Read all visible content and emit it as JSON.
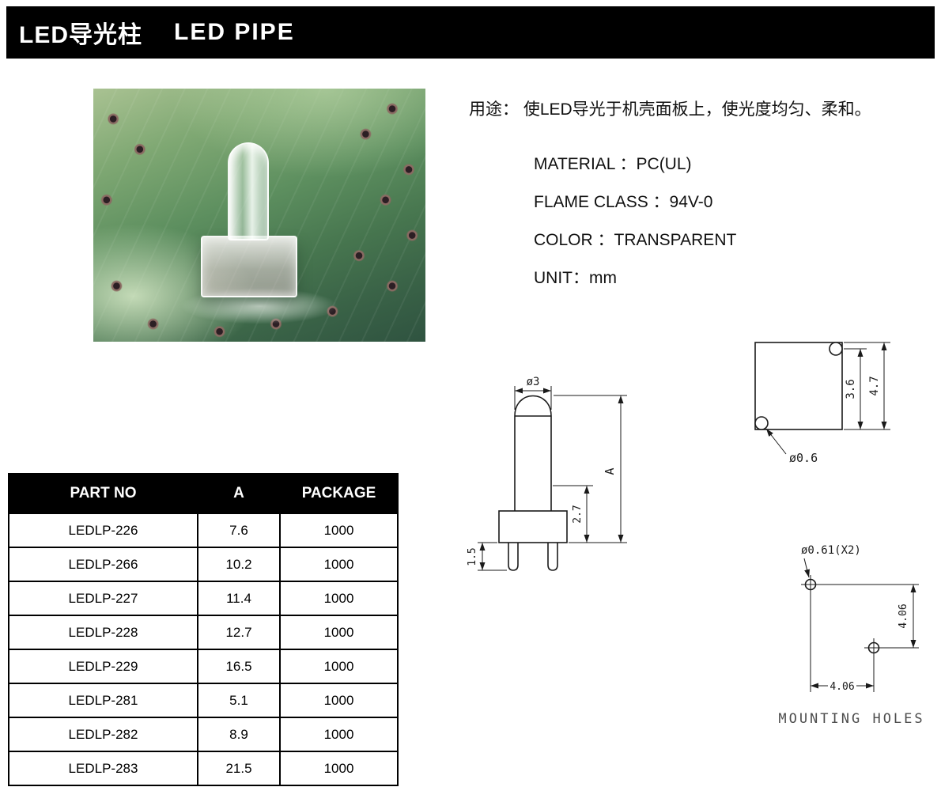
{
  "header": {
    "title_cn": "LED导光柱",
    "title_en": "LED PIPE"
  },
  "info": {
    "usage": "用途： 使LED导光于机壳面板上，使光度均匀、柔和。",
    "specs": [
      "MATERIAL ：PC(UL)",
      "FLAME CLASS ：94V-0",
      "COLOR ：TRANSPARENT",
      "UNIT：mm"
    ]
  },
  "drawings": {
    "side": {
      "dia": "ø3",
      "overall": "A",
      "mid": "2.7",
      "leg": "1.5"
    },
    "top": {
      "inner": "3.6",
      "outer": "4.7",
      "hole": "ø0.6"
    },
    "mounting": {
      "hole": "ø0.61(X2)",
      "vertical": "4.06",
      "horizontal": "4.06",
      "caption": "MOUNTING HOLES"
    }
  },
  "table": {
    "headers": [
      "PART NO",
      "A",
      "PACKAGE"
    ],
    "rows": [
      {
        "part_no": "LEDLP-226",
        "a": "7.6",
        "package": "1000"
      },
      {
        "part_no": "LEDLP-266",
        "a": "10.2",
        "package": "1000"
      },
      {
        "part_no": "LEDLP-227",
        "a": "11.4",
        "package": "1000"
      },
      {
        "part_no": "LEDLP-228",
        "a": "12.7",
        "package": "1000"
      },
      {
        "part_no": "LEDLP-229",
        "a": "16.5",
        "package": "1000"
      },
      {
        "part_no": "LEDLP-281",
        "a": "5.1",
        "package": "1000"
      },
      {
        "part_no": "LEDLP-282",
        "a": "8.9",
        "package": "1000"
      },
      {
        "part_no": "LEDLP-283",
        "a": "21.5",
        "package": "1000"
      }
    ]
  },
  "colors": {
    "header_bg": "#000000",
    "table_header_bg": "#000000",
    "drawing_line": "#1a1a1a",
    "caption_gray": "#4d4d4d",
    "pcb_green": "#47764f"
  }
}
